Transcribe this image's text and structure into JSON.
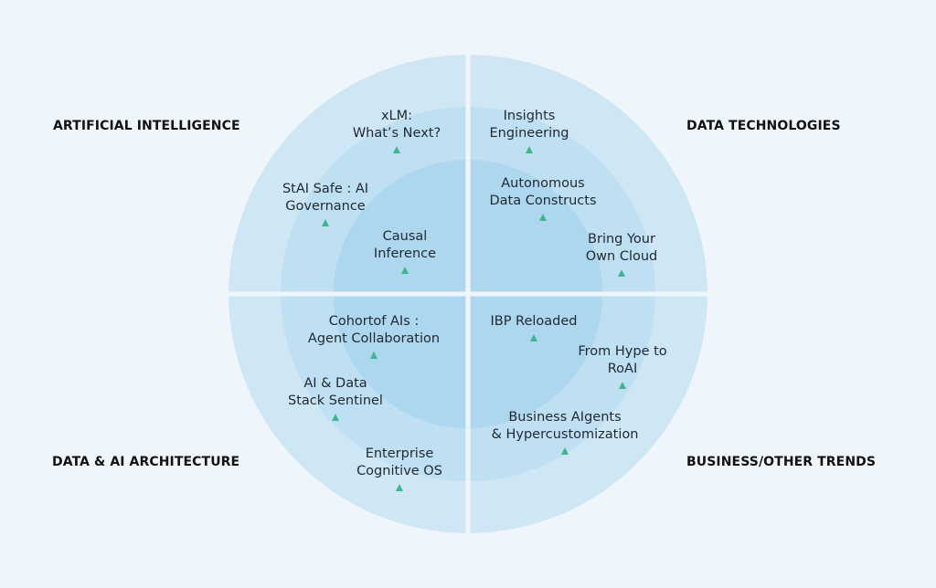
{
  "colors": {
    "background": "#eef6fc",
    "ring_outer": "#cfe6f5",
    "ring_middle": "#bfdff2",
    "ring_inner": "#add6ef",
    "divider": "#eef6fc",
    "marker": "#3fb58f",
    "title_text": "#111111",
    "label_text": "#222a33"
  },
  "quadrants": [
    {
      "id": "ai",
      "title": "ARTIFICIAL INTELLIGENCE"
    },
    {
      "id": "data",
      "title": "DATA TECHNOLOGIES"
    },
    {
      "id": "arch",
      "title": "DATA & AI ARCHITECTURE"
    },
    {
      "id": "business",
      "title": "BUSINESS/OTHER TRENDS"
    }
  ],
  "trends": [
    {
      "quadrant": "ai",
      "lines": [
        "xLM:",
        "What’s Next?"
      ]
    },
    {
      "quadrant": "ai",
      "lines": [
        "StAI Safe : AI",
        "Governance"
      ]
    },
    {
      "quadrant": "ai",
      "lines": [
        "Causal",
        "Inference"
      ]
    },
    {
      "quadrant": "data",
      "lines": [
        "Insights",
        "Engineering"
      ]
    },
    {
      "quadrant": "data",
      "lines": [
        "Autonomous",
        "Data Constructs"
      ]
    },
    {
      "quadrant": "data",
      "lines": [
        "Bring Your",
        "Own Cloud"
      ]
    },
    {
      "quadrant": "arch",
      "lines": [
        "Cohortof AIs :",
        "Agent Collaboration"
      ]
    },
    {
      "quadrant": "arch",
      "lines": [
        "AI & Data",
        "Stack Sentinel"
      ]
    },
    {
      "quadrant": "arch",
      "lines": [
        "Enterprise",
        "Cognitive OS"
      ]
    },
    {
      "quadrant": "business",
      "lines": [
        "IBP Reloaded"
      ]
    },
    {
      "quadrant": "business",
      "lines": [
        "From Hype to",
        "RoAI"
      ]
    },
    {
      "quadrant": "business",
      "lines": [
        "Business AIgents",
        "& Hypercustomization"
      ]
    }
  ]
}
